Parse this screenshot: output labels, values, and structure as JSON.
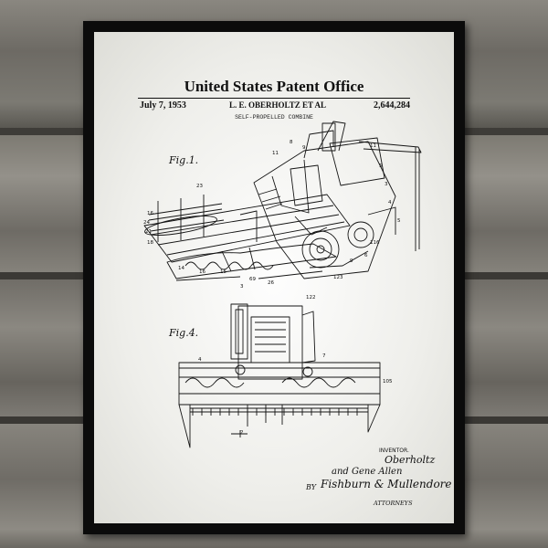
{
  "header": {
    "title": "United States Patent Office",
    "date": "July 7, 1953",
    "inventor_line": "L. E. OBERHOLTZ  ET AL",
    "patent_number": "2,644,284",
    "subtitle": "SELF-PROPELLED COMBINE"
  },
  "figures": {
    "fig1_label": "Fig.1.",
    "fig4_label": "Fig.4."
  },
  "signature": {
    "inventor_label": "INVENTOR.",
    "inventor_name": "Oberholtz",
    "co_inventor": "and Gene Allen",
    "by": "BY",
    "attorney_sign": "Fishburn & Mullendore",
    "attorneys_label": "ATTORNEYS"
  },
  "colors": {
    "frame": "#0b0b0b",
    "paper": "#f4f4f1",
    "ink": "#111111",
    "wood": "#7a7872"
  }
}
